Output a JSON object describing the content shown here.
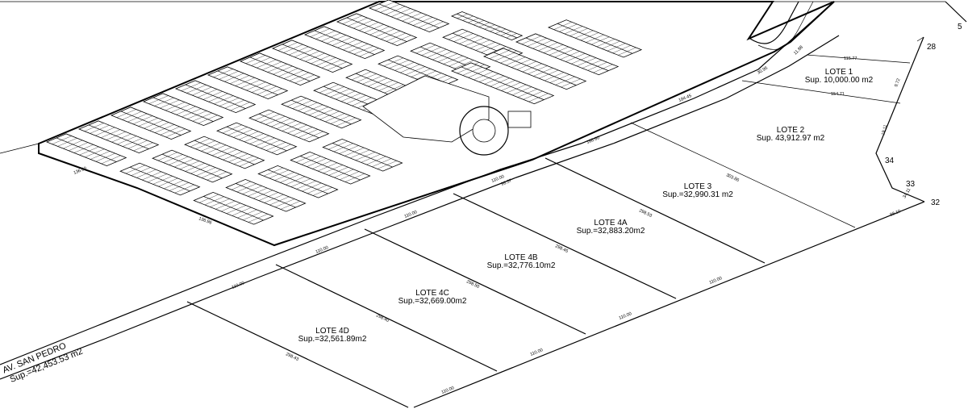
{
  "road": {
    "name": "AV. SAN PEDRO",
    "area": "Sup.=42,453.53 m2"
  },
  "lots": [
    {
      "name": "LOTE 1",
      "area": "Sup. 10,000.00 m2"
    },
    {
      "name": "LOTE 2",
      "area": "Sup. 43,912.97 m2"
    },
    {
      "name": "LOTE 3",
      "area": "Sup.=32,990.31 m2"
    },
    {
      "name": "LOTE 4A",
      "area": "Sup.=32,883.20m2"
    },
    {
      "name": "LOTE 4B",
      "area": "Sup.=32,776.10m2"
    },
    {
      "name": "LOTE 4C",
      "area": "Sup.=32,669.00m2"
    },
    {
      "name": "LOTE 4D",
      "area": "Sup.=32,561.89m2"
    }
  ],
  "vertices": [
    "5",
    "28",
    "34",
    "33",
    "32"
  ],
  "dimensions": {
    "frontage": [
      "110.00",
      "110.00",
      "110.00",
      "110.00",
      "110.00",
      "110.00",
      "110.00",
      "110.00"
    ],
    "sides": [
      "298.43",
      "298.40",
      "298.50",
      "298.45",
      "298.53",
      "303.86"
    ],
    "misc": [
      "115.77",
      "154.71",
      "184.45",
      "168.60",
      "98.57",
      "34.11",
      "11.88",
      "30.95",
      "9.72",
      "19.11",
      "88.10",
      "136.60",
      "136.96"
    ]
  }
}
